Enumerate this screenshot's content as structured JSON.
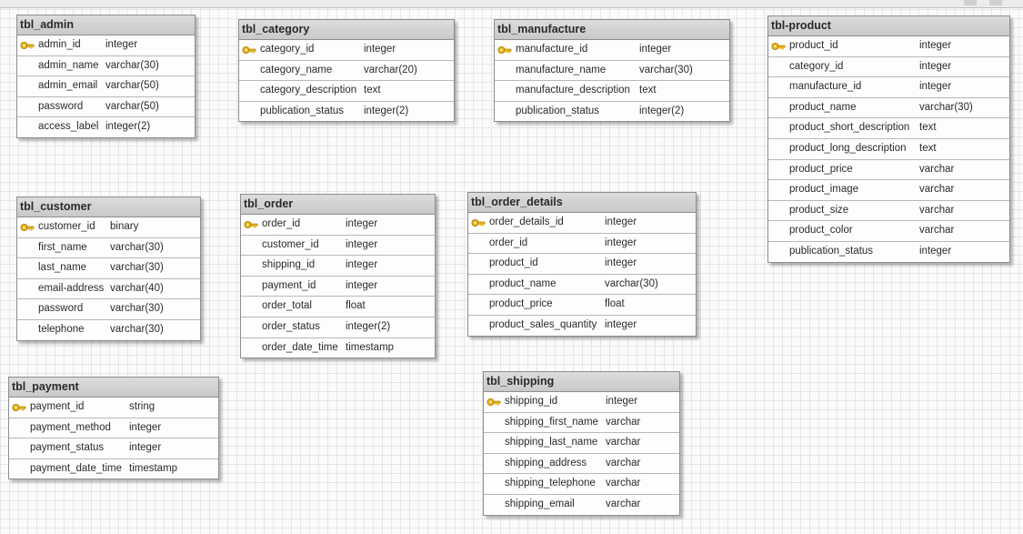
{
  "tables": [
    {
      "id": "admin",
      "name": "tbl_admin",
      "fields": [
        {
          "name": "admin_id",
          "type": "integer",
          "pk": true
        },
        {
          "name": "admin_name",
          "type": "varchar(30)"
        },
        {
          "name": "admin_email",
          "type": "varchar(50)"
        },
        {
          "name": "password",
          "type": "varchar(50)"
        },
        {
          "name": "access_label",
          "type": "integer(2)"
        }
      ]
    },
    {
      "id": "category",
      "name": "tbl_category",
      "fields": [
        {
          "name": "category_id",
          "type": "integer",
          "pk": true
        },
        {
          "name": "category_name",
          "type": "varchar(20)"
        },
        {
          "name": "category_description",
          "type": "text"
        },
        {
          "name": "publication_status",
          "type": "integer(2)"
        }
      ]
    },
    {
      "id": "manufacture",
      "name": "tbl_manufacture",
      "fields": [
        {
          "name": "manufacture_id",
          "type": "integer",
          "pk": true
        },
        {
          "name": "manufacture_name",
          "type": "varchar(30)"
        },
        {
          "name": "manufacture_description",
          "type": "text"
        },
        {
          "name": "publication_status",
          "type": "integer(2)"
        }
      ]
    },
    {
      "id": "product",
      "name": "tbl-product",
      "fields": [
        {
          "name": "product_id",
          "type": "integer",
          "pk": true
        },
        {
          "name": "category_id",
          "type": "integer"
        },
        {
          "name": "manufacture_id",
          "type": "integer"
        },
        {
          "name": "product_name",
          "type": "varchar(30)"
        },
        {
          "name": "product_short_description",
          "type": "text"
        },
        {
          "name": "product_long_description",
          "type": "text"
        },
        {
          "name": "product_price",
          "type": "varchar"
        },
        {
          "name": "product_image",
          "type": "varchar"
        },
        {
          "name": "product_size",
          "type": "varchar"
        },
        {
          "name": "product_color",
          "type": "varchar"
        },
        {
          "name": "publication_status",
          "type": "integer"
        }
      ]
    },
    {
      "id": "customer",
      "name": "tbl_customer",
      "fields": [
        {
          "name": "customer_id",
          "type": "binary",
          "pk": true
        },
        {
          "name": "first_name",
          "type": "varchar(30)"
        },
        {
          "name": "last_name",
          "type": "varchar(30)"
        },
        {
          "name": "email-address",
          "type": "varchar(40)"
        },
        {
          "name": "password",
          "type": "varchar(30)"
        },
        {
          "name": "telephone",
          "type": "varchar(30)"
        }
      ]
    },
    {
      "id": "order",
      "name": "tbl_order",
      "fields": [
        {
          "name": "order_id",
          "type": "integer",
          "pk": true
        },
        {
          "name": "customer_id",
          "type": "integer"
        },
        {
          "name": "shipping_id",
          "type": "integer"
        },
        {
          "name": "payment_id",
          "type": "integer"
        },
        {
          "name": "order_total",
          "type": "float"
        },
        {
          "name": "order_status",
          "type": "integer(2)"
        },
        {
          "name": "order_date_time",
          "type": "timestamp"
        }
      ]
    },
    {
      "id": "order_details",
      "name": "tbl_order_details",
      "fields": [
        {
          "name": "order_details_id",
          "type": "integer",
          "pk": true
        },
        {
          "name": "order_id",
          "type": "integer"
        },
        {
          "name": "product_id",
          "type": "integer"
        },
        {
          "name": "product_name",
          "type": "varchar(30)"
        },
        {
          "name": "product_price",
          "type": "float"
        },
        {
          "name": "product_sales_quantity",
          "type": "integer"
        }
      ]
    },
    {
      "id": "payment",
      "name": "tbl_payment",
      "fields": [
        {
          "name": "payment_id",
          "type": "string",
          "pk": true
        },
        {
          "name": "payment_method",
          "type": "integer"
        },
        {
          "name": "payment_status",
          "type": "integer"
        },
        {
          "name": "payment_date_time",
          "type": "timestamp"
        }
      ]
    },
    {
      "id": "shipping",
      "name": "tbl_shipping",
      "fields": [
        {
          "name": "shipping_id",
          "type": "integer",
          "pk": true
        },
        {
          "name": "shipping_first_name",
          "type": "varchar"
        },
        {
          "name": "shipping_last_name",
          "type": "varchar"
        },
        {
          "name": "shipping_address",
          "type": "varchar"
        },
        {
          "name": "shipping_telephone",
          "type": "varchar"
        },
        {
          "name": "shipping_email",
          "type": "varchar"
        }
      ]
    }
  ],
  "colors": {
    "key": "#e8b412",
    "header": "#cfcfcf",
    "border": "#8e8e8e"
  },
  "icons": {
    "primary_key": "key-icon"
  }
}
